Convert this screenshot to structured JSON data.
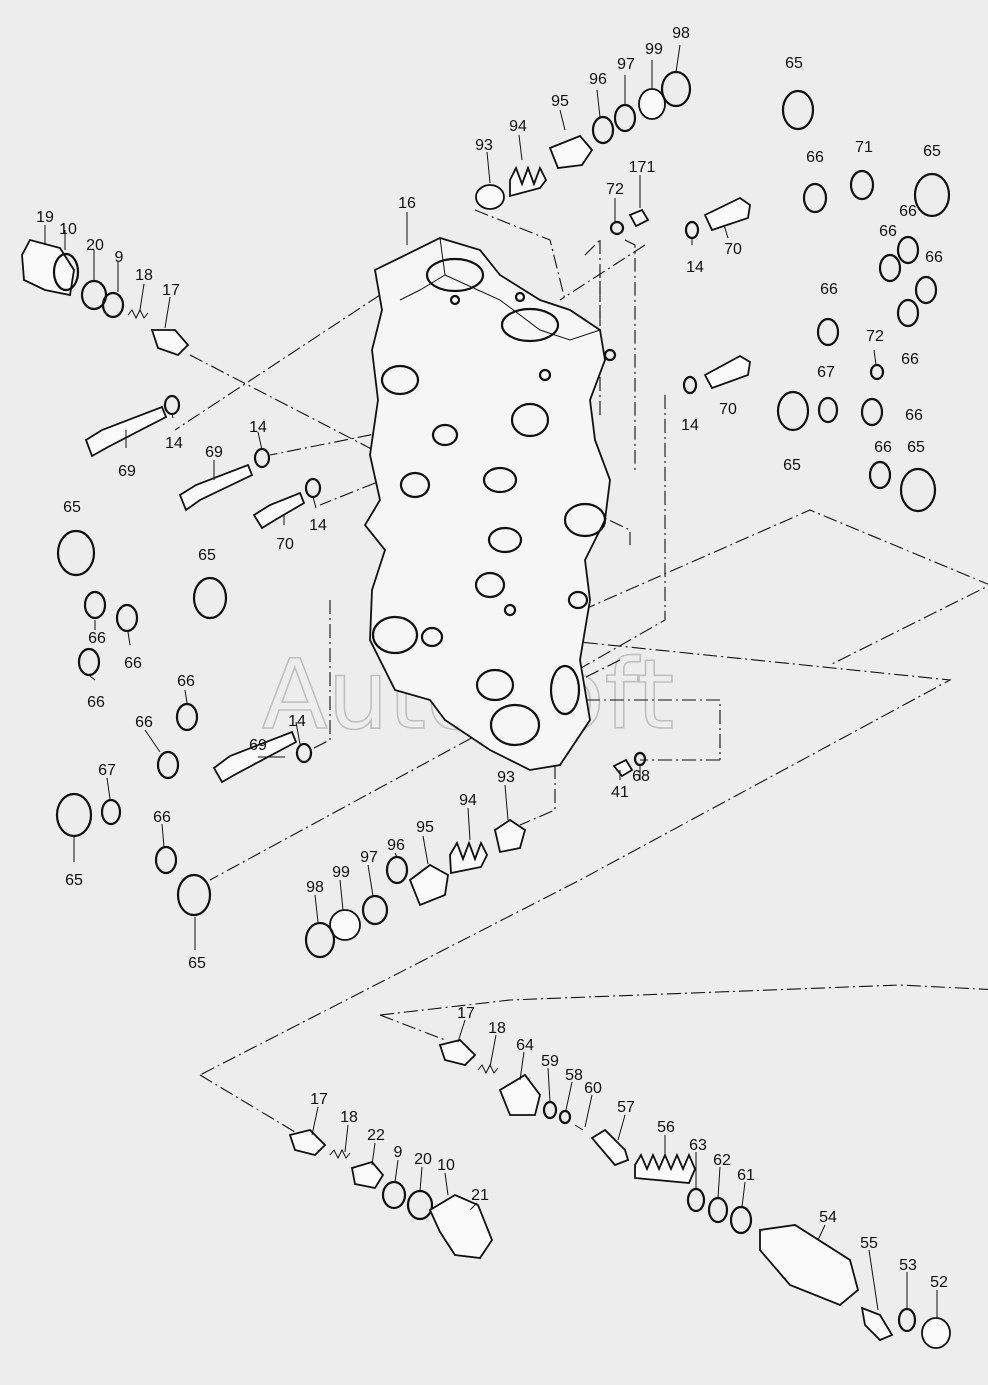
{
  "watermark": "AutoSoft",
  "labels": {
    "l19a": "19",
    "l10a": "10",
    "l20a": "20",
    "l9a": "9",
    "l18a": "18",
    "l17a": "17",
    "l16": "16",
    "l93a": "93",
    "l94a": "94",
    "l95a": "95",
    "l96a": "96",
    "l97a": "97",
    "l99a": "99",
    "l98a": "98",
    "l72a": "72",
    "l171": "171",
    "l14a": "14",
    "l70a": "70",
    "l65a": "65",
    "l66a": "66",
    "l71": "71",
    "l65b": "65",
    "l66b": "66",
    "l66c": "66",
    "l66d": "66",
    "l66e": "66",
    "l66f": "66",
    "l72b": "72",
    "l67a": "67",
    "l65c": "65",
    "l66g": "66",
    "l66h": "66",
    "l65d": "65",
    "l14b": "14",
    "l70b": "70",
    "l69a": "69",
    "l14c": "14",
    "l69b": "69",
    "l14d": "14",
    "l70c": "70",
    "l14e": "14",
    "l65e": "65",
    "l65f": "65",
    "l66i": "66",
    "l66j": "66",
    "l66k": "66",
    "l66l": "66",
    "l66m": "66",
    "l67b": "67",
    "l65g": "65",
    "l66n": "66",
    "l65h": "65",
    "l69c": "69",
    "l14f": "14",
    "l41": "41",
    "l68": "68",
    "l93b": "93",
    "l94b": "94",
    "l95b": "95",
    "l96b": "96",
    "l97b": "97",
    "l99b": "99",
    "l98b": "98",
    "l17b": "17",
    "l18b": "18",
    "l64": "64",
    "l59": "59",
    "l58": "58",
    "l60": "60",
    "l57": "57",
    "l56": "56",
    "l63": "63",
    "l62": "62",
    "l61": "61",
    "l54": "54",
    "l55": "55",
    "l53": "53",
    "l52": "52",
    "l17c": "17",
    "l18c": "18",
    "l22": "22",
    "l9b": "9",
    "l20b": "20",
    "l10b": "10",
    "l21": "21"
  }
}
